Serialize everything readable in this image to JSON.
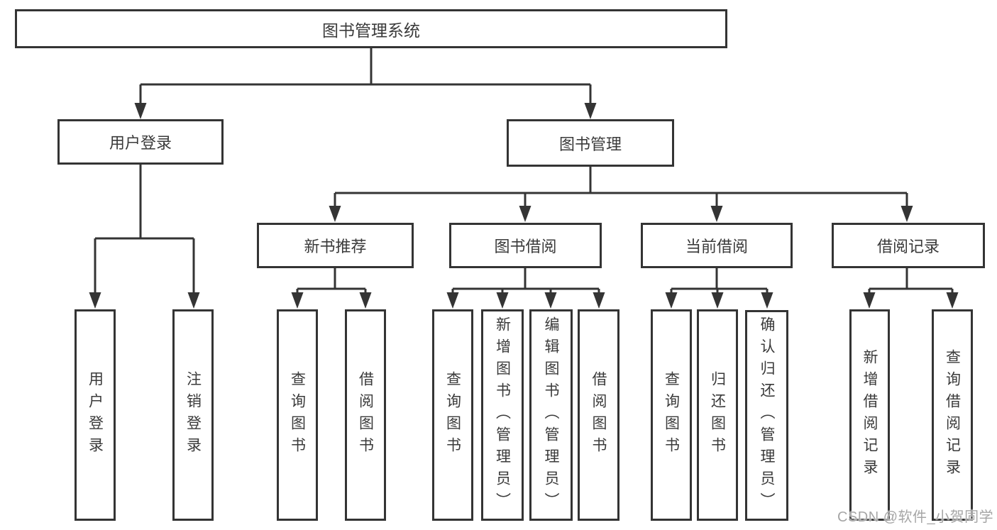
{
  "tree": {
    "label": "图书管理系统",
    "children": [
      {
        "label": "用户登录",
        "children": [
          {
            "label": "用户登录"
          },
          {
            "label": "注销登录"
          }
        ]
      },
      {
        "label": "图书管理",
        "children": [
          {
            "label": "新书推荐",
            "children": [
              {
                "label": "查询图书"
              },
              {
                "label": "借阅图书"
              }
            ]
          },
          {
            "label": "图书借阅",
            "children": [
              {
                "label": "查询图书"
              },
              {
                "label": "新增图书（管理员）"
              },
              {
                "label": "编辑图书（管理员）"
              },
              {
                "label": "借阅图书"
              }
            ]
          },
          {
            "label": "当前借阅",
            "children": [
              {
                "label": "查询图书"
              },
              {
                "label": "归还图书"
              },
              {
                "label": "确认归还（管理员）"
              }
            ]
          },
          {
            "label": "借阅记录",
            "children": [
              {
                "label": "新增借阅记录"
              },
              {
                "label": "查询借阅记录"
              }
            ]
          }
        ]
      }
    ]
  },
  "watermark": "CSDN @软件_小贺同学",
  "colors": {
    "line": "#343434",
    "text": "#3a3a3a",
    "watermark": "#a6a6a6",
    "background": "#ffffff"
  }
}
